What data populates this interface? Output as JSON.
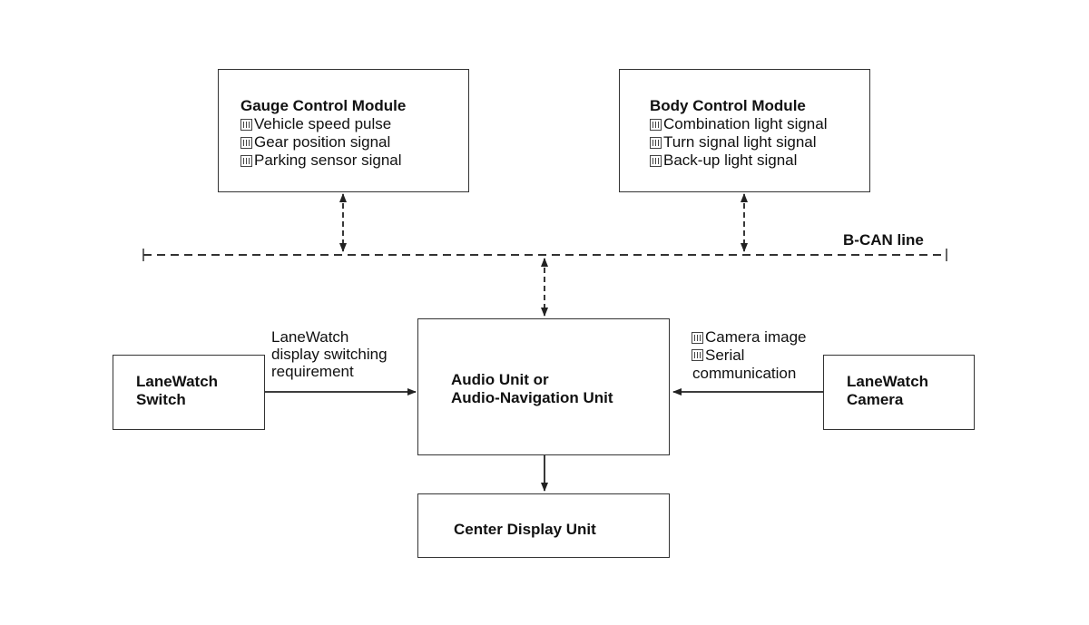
{
  "gauge_module": {
    "title": "Gauge Control Module",
    "items": [
      "Vehicle speed pulse",
      "Gear position signal",
      "Parking sensor signal"
    ]
  },
  "body_module": {
    "title": "Body Control Module",
    "items": [
      "Combination light signal",
      "Turn signal light signal",
      "Back-up light signal"
    ]
  },
  "bus": {
    "label": "B-CAN line"
  },
  "audio_unit": {
    "title": "Audio Unit or\nAudio-Navigation Unit"
  },
  "lanewatch_switch": {
    "title": "LaneWatch\nSwitch"
  },
  "lanewatch_camera": {
    "title": "LaneWatch\nCamera"
  },
  "center_display": {
    "title": "Center Display Unit"
  },
  "switch_signal": {
    "label": "LaneWatch\ndisplay switching\nrequirement"
  },
  "camera_signals": {
    "items": [
      "Camera image",
      "Serial\ncommunication"
    ]
  },
  "colors": {
    "line": "#333333",
    "text": "#111111",
    "background": "#ffffff"
  }
}
